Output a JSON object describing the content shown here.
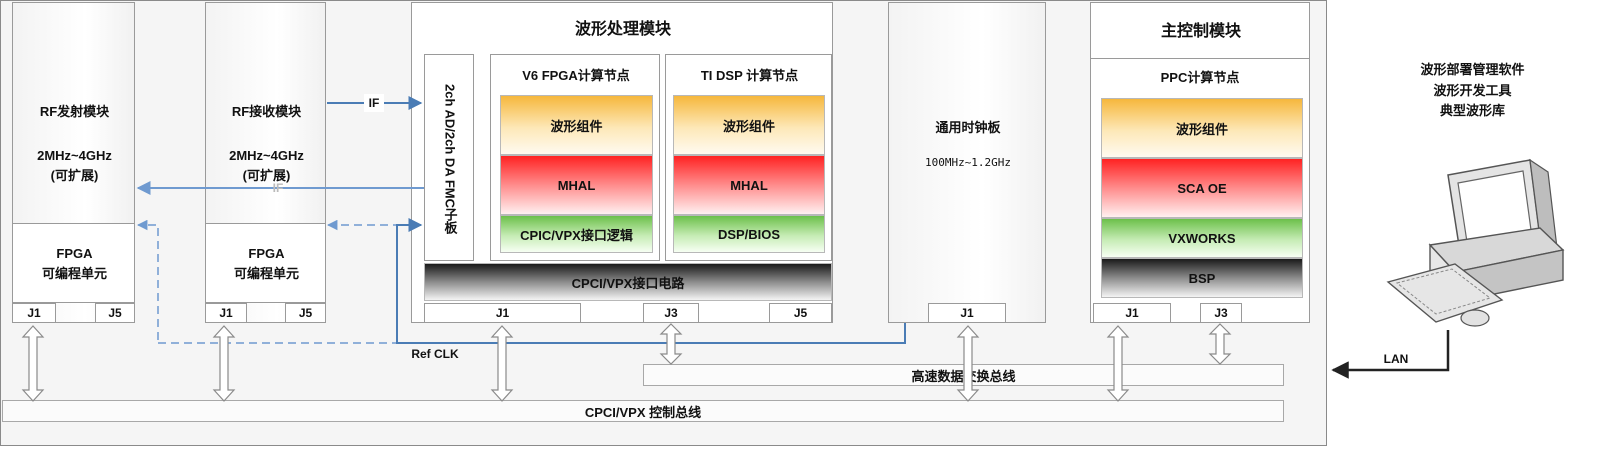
{
  "rf_tx": {
    "title": "RF发射模块",
    "freq": "2MHz~4GHz\n(可扩展)",
    "fpga": "FPGA\n可编程单元",
    "j1": "J1",
    "j5": "J5"
  },
  "rf_rx": {
    "title": "RF接收模块",
    "freq": "2MHz~4GHz\n(可扩展)",
    "fpga": "FPGA\n可编程单元",
    "j1": "J1",
    "j5": "J5"
  },
  "waveform": {
    "title": "波形处理模块",
    "fmc": "2ch AD/2ch DA FMC子板",
    "fpga_node": {
      "title": "V6 FPGA计算节点",
      "layers": [
        "波形组件",
        "MHAL",
        "CPIC/VPX接口逻辑"
      ]
    },
    "dsp_node": {
      "title": "TI DSP 计算节点",
      "layers": [
        "波形组件",
        "MHAL",
        "DSP/BIOS"
      ]
    },
    "interface": "CPCI/VPX接口电路",
    "j1": "J1",
    "j3": "J3",
    "j5": "J5"
  },
  "clock": {
    "title": "通用时钟板",
    "freq": "100MHz~1.2GHz",
    "j1": "J1"
  },
  "main_ctrl": {
    "title": "主控制模块",
    "ppc_title": "PPC计算节点",
    "layers": [
      "波形组件",
      "SCA OE",
      "VXWORKS",
      "BSP"
    ],
    "j1": "J1",
    "j3": "J3"
  },
  "software": "波形部署管理软件\n波形开发工具\n典型波形库",
  "labels": {
    "if_top": "IF",
    "if_bottom": "IF",
    "ref_clk": "Ref CLK",
    "lan": "LAN"
  },
  "buses": {
    "high_speed": "高速数据交换总线",
    "control": "CPCI/VPX 控制总线"
  },
  "colors": {
    "signal_blue": "#4a7cb5",
    "orange": "#f6b73c",
    "red": "#ff2222",
    "green": "#6cc04a",
    "dark": "#1a1a1a"
  }
}
